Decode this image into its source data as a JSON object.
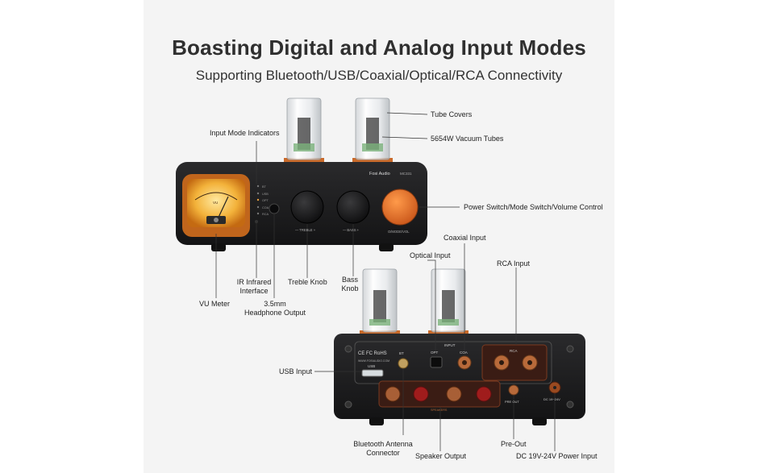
{
  "heading": {
    "title": "Boasting Digital and Analog Input Modes",
    "subtitle": "Supporting Bluetooth/USB/Coaxial/Optical/RCA Connectivity"
  },
  "callouts": {
    "tube_covers": "Tube Covers",
    "vacuum_tubes": "5654W Vacuum Tubes",
    "input_mode_indicators": "Input Mode Indicators",
    "power_switch": "Power Switch/Mode Switch/Volume Control",
    "ir_infrared_1": "IR Infrared",
    "ir_infrared_2": "Interface",
    "treble_knob": "Treble Knob",
    "bass_knob_1": "Bass",
    "bass_knob_2": "Knob",
    "vu_meter": "VU Meter",
    "headphone_1": "3.5mm",
    "headphone_2": "Headphone Output",
    "optical_input": "Optical Input",
    "coaxial_input": "Coaxial Input",
    "rca_input": "RCA Input",
    "usb_input": "USB Input",
    "bt_antenna_1": "Bluetooth Antenna",
    "bt_antenna_2": "Connector",
    "speaker_output": "Speaker Output",
    "pre_out": "Pre-Out",
    "dc_power": "DC 19V-24V Power Input"
  },
  "front_panel": {
    "brand": "Fosi Audio",
    "model": "MC331",
    "meter_label": "VU",
    "indicators": [
      "BT",
      "USB",
      "OPT",
      "COA",
      "RCA"
    ],
    "treble": "— TREBLE +",
    "bass": "— BASS +",
    "volume": "O/MODE/VOL"
  },
  "rear_panel": {
    "cert": "CE FC RoHS",
    "url": "WWW.FOSIAUDIO.COM",
    "bt": "BT",
    "input": "INPUT",
    "opt": "OPT",
    "coa": "COA",
    "rca": "RCA",
    "usb": "USB",
    "pre_out": "PRE OUT",
    "dc": "DC 19~24V",
    "speakers": "SPEAKERS"
  },
  "colors": {
    "accent": "#e8772a",
    "body": "#1c1c1e",
    "copper": "#b86a3a"
  }
}
